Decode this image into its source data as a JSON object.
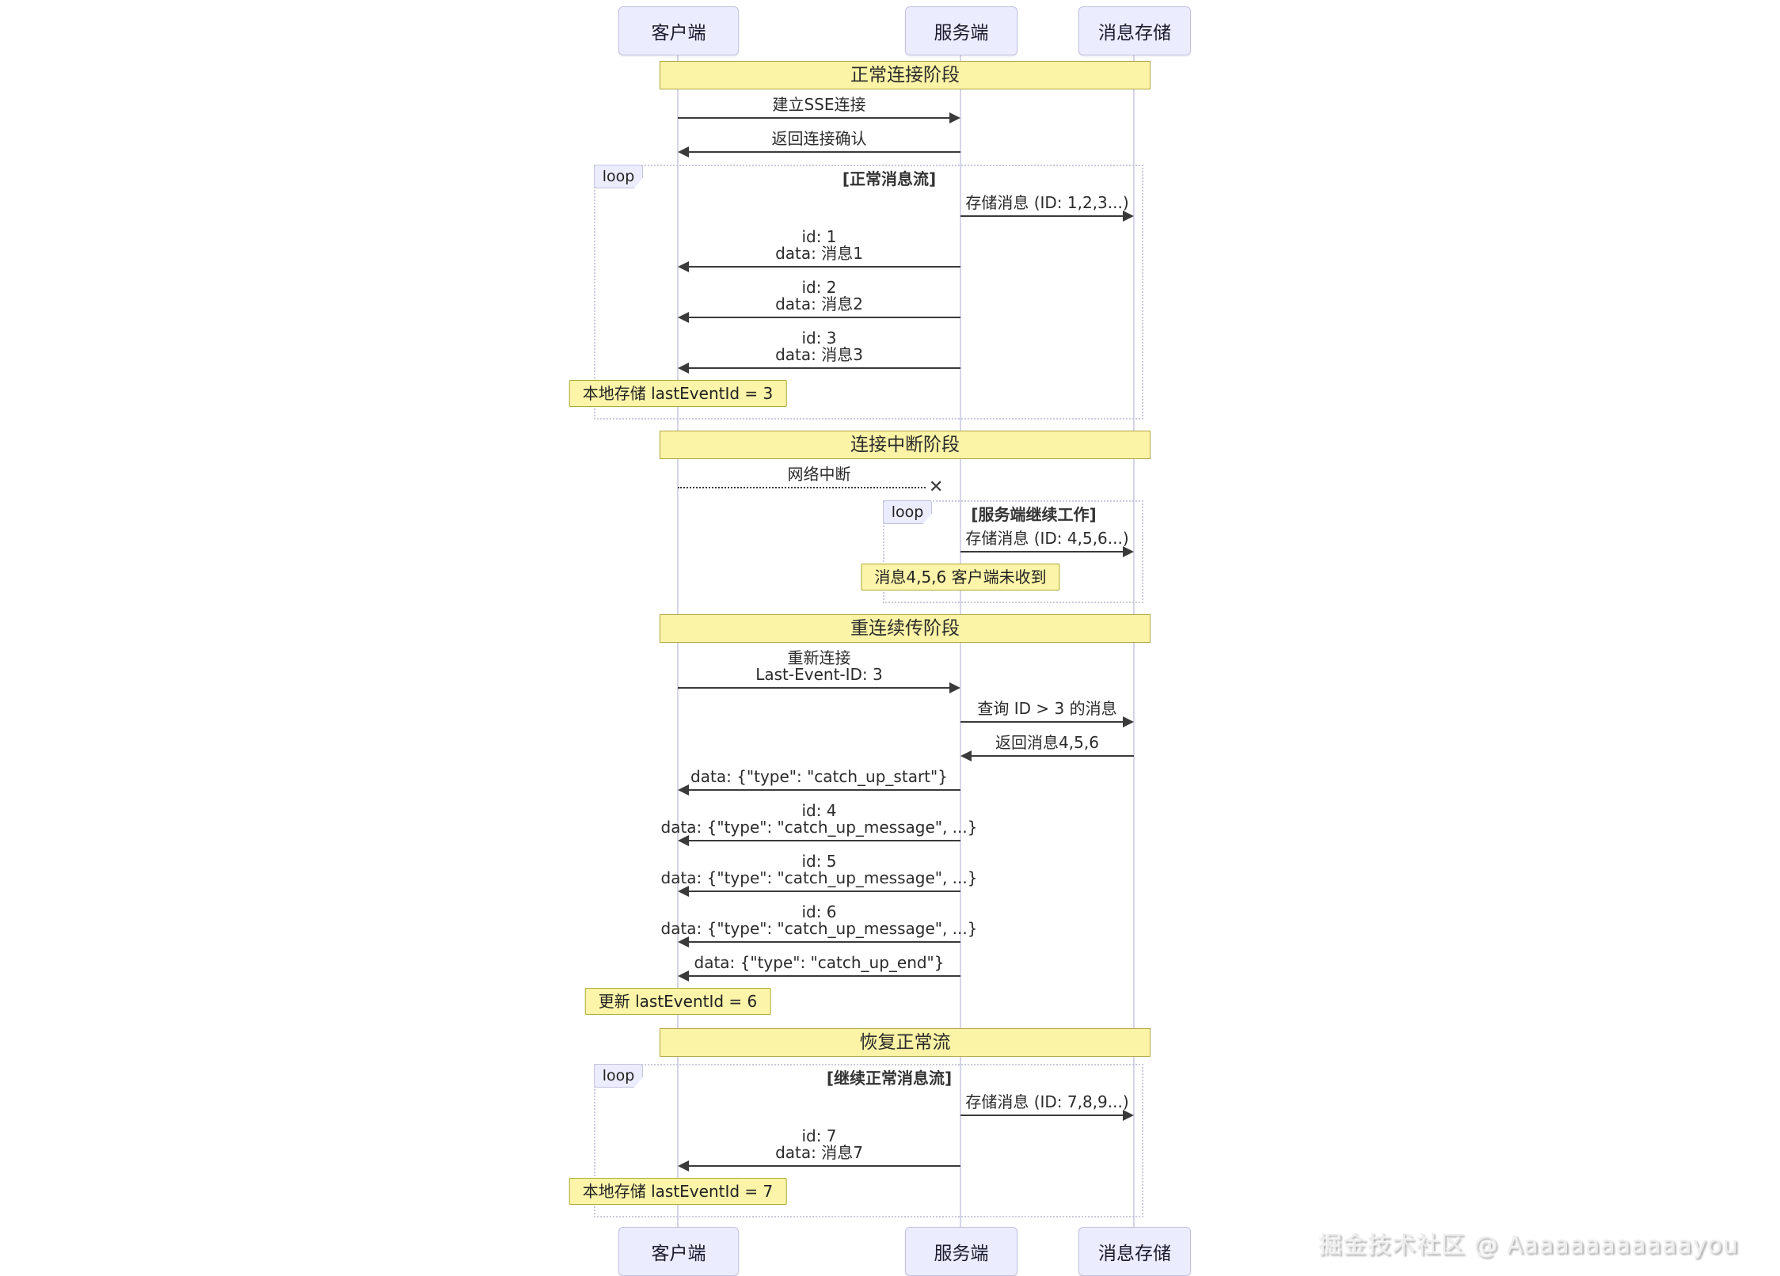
{
  "diagram": {
    "participants": [
      {
        "name": "客户端"
      },
      {
        "name": "服务端"
      },
      {
        "name": "消息存储"
      }
    ],
    "events": [
      {
        "t": "phase",
        "text": "正常连接阶段"
      },
      {
        "t": "msg",
        "from": 0,
        "to": 1,
        "lines": [
          "建立SSE连接"
        ]
      },
      {
        "t": "msg",
        "from": 1,
        "to": 0,
        "lines": [
          "返回连接确认"
        ]
      },
      {
        "t": "loop_start",
        "label": "loop",
        "condition": "[正常消息流]",
        "span": "wide"
      },
      {
        "t": "msg",
        "from": 1,
        "to": 2,
        "lines": [
          "存储消息 (ID: 1,2,3...)"
        ]
      },
      {
        "t": "msg",
        "from": 1,
        "to": 0,
        "lines": [
          "id: 1",
          "data: 消息1"
        ]
      },
      {
        "t": "msg",
        "from": 1,
        "to": 0,
        "lines": [
          "id: 2",
          "data: 消息2"
        ]
      },
      {
        "t": "msg",
        "from": 1,
        "to": 0,
        "lines": [
          "id: 3",
          "data: 消息3"
        ]
      },
      {
        "t": "note",
        "over": 0,
        "text": "本地存储 lastEventId = 3"
      },
      {
        "t": "loop_end"
      },
      {
        "t": "phase",
        "text": "连接中断阶段"
      },
      {
        "t": "msg",
        "from": 0,
        "to": 1,
        "lines": [
          "网络中断"
        ],
        "style": "lost"
      },
      {
        "t": "loop_start",
        "label": "loop",
        "condition": "[服务端继续工作]",
        "span": "right"
      },
      {
        "t": "msg",
        "from": 1,
        "to": 2,
        "lines": [
          "存储消息 (ID: 4,5,6...)"
        ]
      },
      {
        "t": "note",
        "over": 1,
        "text": "消息4,5,6 客户端未收到"
      },
      {
        "t": "loop_end"
      },
      {
        "t": "phase",
        "text": "重连续传阶段"
      },
      {
        "t": "msg",
        "from": 0,
        "to": 1,
        "lines": [
          "重新连接",
          "Last-Event-ID: 3"
        ]
      },
      {
        "t": "msg",
        "from": 1,
        "to": 2,
        "lines": [
          "查询 ID > 3 的消息"
        ]
      },
      {
        "t": "msg",
        "from": 2,
        "to": 1,
        "lines": [
          "返回消息4,5,6"
        ]
      },
      {
        "t": "msg",
        "from": 1,
        "to": 0,
        "lines": [
          "data: {\"type\": \"catch_up_start\"}"
        ]
      },
      {
        "t": "msg",
        "from": 1,
        "to": 0,
        "lines": [
          "id: 4",
          "data: {\"type\": \"catch_up_message\", ...}"
        ]
      },
      {
        "t": "msg",
        "from": 1,
        "to": 0,
        "lines": [
          "id: 5",
          "data: {\"type\": \"catch_up_message\", ...}"
        ]
      },
      {
        "t": "msg",
        "from": 1,
        "to": 0,
        "lines": [
          "id: 6",
          "data: {\"type\": \"catch_up_message\", ...}"
        ]
      },
      {
        "t": "msg",
        "from": 1,
        "to": 0,
        "lines": [
          "data: {\"type\": \"catch_up_end\"}"
        ]
      },
      {
        "t": "note",
        "over": 0,
        "text": "更新 lastEventId = 6"
      },
      {
        "t": "phase",
        "text": "恢复正常流"
      },
      {
        "t": "loop_start",
        "label": "loop",
        "condition": "[继续正常消息流]",
        "span": "wide"
      },
      {
        "t": "msg",
        "from": 1,
        "to": 2,
        "lines": [
          "存储消息 (ID: 7,8,9...)"
        ]
      },
      {
        "t": "msg",
        "from": 1,
        "to": 0,
        "lines": [
          "id: 7",
          "data: 消息7"
        ]
      },
      {
        "t": "note",
        "over": 0,
        "text": "本地存储 lastEventId = 7"
      },
      {
        "t": "loop_end"
      }
    ]
  },
  "watermark": {
    "text": "掘金技术社区 @ Aaaaaaaaaaaayou"
  },
  "colors": {
    "actor_fill": "#ECECFF",
    "actor_border": "#C3C3E0",
    "phase_fill": "#FBF4A7",
    "phase_border": "#B3A440",
    "note_fill": "#FCF5A9",
    "note_border": "#AAAA33",
    "arrow": "#3A3A3A",
    "lifeline": "#D5D5E8",
    "loop_border": "#C9C9DC"
  }
}
